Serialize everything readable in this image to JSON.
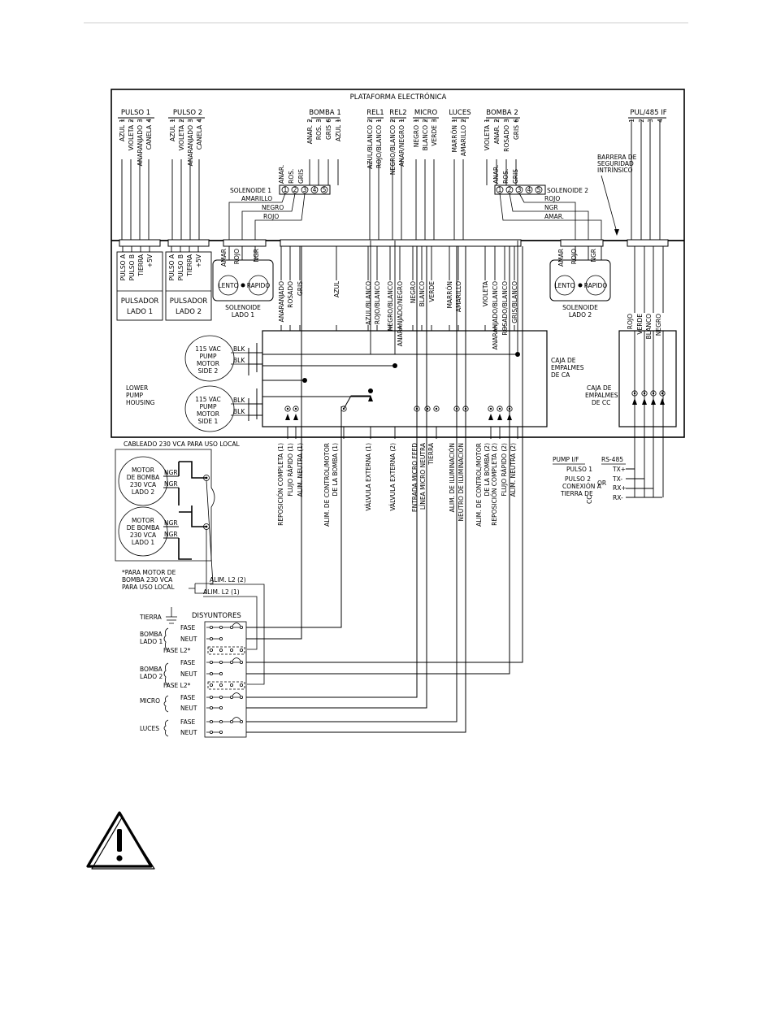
{
  "platform_title": "PLATAFORMA ELECTRÓNICA",
  "headers": {
    "pulso1": "PULSO 1",
    "pulso2": "PULSO 2",
    "bomba1": "BOMBA 1",
    "rel1": "REL1",
    "rel2": "REL2",
    "micro": "MICRO",
    "luces": "LUCES",
    "bomba2": "BOMBA 2",
    "pul485": "PUL/485 IF"
  },
  "pulso1_wires": [
    "AZUL",
    "VIOLETA",
    "ANARANJADO",
    "CANELA"
  ],
  "pulso1_pins": [
    "1",
    "2",
    "3",
    "4"
  ],
  "pulso2_wires": [
    "AZUL",
    "VIOLETA",
    "ANARANJADO",
    "CANELA"
  ],
  "pulso2_pins": [
    "1",
    "2",
    "3",
    "4"
  ],
  "bomba1_wires": [
    "ANAR.",
    "ROS.",
    "GRIS",
    "AZUL"
  ],
  "bomba1_pins": [
    "2",
    "3",
    "6",
    "1"
  ],
  "rel1_wires": [
    "AZUL/BLANCO",
    "ROJO/BLANCO"
  ],
  "rel1_pins": [
    "2",
    "1"
  ],
  "rel2_wires": [
    "NEGRO/BLANCO",
    "ANAR/NEGRO"
  ],
  "rel2_pins": [
    "2",
    "1"
  ],
  "micro_wires": [
    "NEGRO",
    "BLANCO",
    "VERDE"
  ],
  "micro_pins": [
    "1",
    "2",
    "3"
  ],
  "luces_wires": [
    "MARRÓN",
    "AMARILLO"
  ],
  "luces_pins": [
    "1",
    "2"
  ],
  "bomba2_wires": [
    "VIOLETA",
    "ANAR.",
    "ROSADO",
    "GRIS"
  ],
  "bomba2_pins": [
    "1",
    "2",
    "3",
    "6"
  ],
  "pul485_pins": [
    "1",
    "2",
    "3",
    "4"
  ],
  "barrier_label": [
    "BARRERA DE",
    "SEGURIDAD",
    "INTRÍNSICO"
  ],
  "sol1": {
    "title": "SOLENOIDE 1",
    "nums": [
      "1",
      "2",
      "3",
      "4",
      "5"
    ],
    "top_labels": [
      "ANAR.",
      "ROS.",
      "GRIS"
    ],
    "wires": [
      "AMARILLO",
      "NEGRO",
      "ROJO"
    ]
  },
  "sol2": {
    "title": "SOLENOIDE 2",
    "nums": [
      "1",
      "2",
      "3",
      "4",
      "5"
    ],
    "top_labels": [
      "ANAR.",
      "ROS.",
      "GRIS"
    ],
    "wires": [
      "ROJO",
      "NGR",
      "AMAR."
    ]
  },
  "pulsador1": {
    "pins": [
      "PULSO A",
      "PULSO B",
      "TIERRA",
      "+5V"
    ],
    "title": [
      "PULSADOR",
      "LADO 1"
    ]
  },
  "pulsador2": {
    "pins": [
      "PULSO A",
      "PULSO B",
      "TIERRA",
      "+5V"
    ],
    "title": [
      "PULSADOR",
      "LADO 2"
    ]
  },
  "solenoid_lado1": {
    "pins": [
      "AMAR",
      "ROJO",
      "NGR"
    ],
    "lento": "LENTO",
    "rapido": "RAPIDO",
    "title": [
      "SOLENOIDE",
      "LADO 1"
    ]
  },
  "solenoid_lado2": {
    "pins": [
      "AMAR",
      "ROJO",
      "NGR"
    ],
    "lento": "LENTO",
    "rapido": "RAPIDO",
    "title": [
      "SOLENOIDE",
      "LADO 2"
    ]
  },
  "lower_wires": [
    "ANARANJADO",
    "ROSADO",
    "GRIS",
    "AZUL",
    "AZUL/BLANCO",
    "ROJO/BLANCO",
    "NEGRO/BLANCO",
    "ANARANJADO/NEGRO",
    "NEGRO",
    "BLANCO",
    "VERDE",
    "MARRÓN",
    "AMARILLO",
    "VIOLETA",
    "ANARANJADO/BLANCO",
    "ROSADO/BLANCO",
    "GRIS/BLANCO"
  ],
  "motor2": [
    "115 VAC",
    "PUMP",
    "MOTOR",
    "SIDE 2"
  ],
  "motor1": [
    "115 VAC",
    "PUMP",
    "MOTOR",
    "SIDE 1"
  ],
  "blk": "BLK",
  "lower_housing": [
    "LOWER",
    "PUMP",
    "HOUSING"
  ],
  "caja_ca": [
    "CAJA DE",
    "EMPALMES",
    "DE CA"
  ],
  "caja_cc": [
    "CAJA DE",
    "EMPALMES",
    "DE CC"
  ],
  "dc_wires": [
    "ROJO",
    "VERDE",
    "BLANCO",
    "NEGRO"
  ],
  "bottom_labels": [
    "REPOSICIÓN COMPLETA (1)",
    "FLUJO RÁPIDO (1)",
    "ALIM. NEUTRA (1)",
    "ALIM. DE CONTROL/MOTOR",
    "DE LA BOMBA (1)",
    "VÁLVULA EXTERNA (1)",
    "VÁLVULA EXTERNA (2)",
    "ENTRADA MICRO FEED",
    "LÍNEA MICRO NEUTRA",
    "TIERRA",
    "ALIM. DE ILUMINACIÓN",
    "NEUTRO DE ILUMINACIÓN",
    "ALIM. DE CONTROL/MOTOR",
    "DE LA BOMBA (2)",
    "REPOSICIÓN COMPLETA (2)",
    "FLUJO RÁPIDO (2)",
    "ALIM. NEUTRA (2)"
  ],
  "cableado_title": "CABLEADO 230 VCA PARA USO LOCAL",
  "motor230_2": [
    "MOTOR",
    "DE BOMBA",
    "230 VCA",
    "LADO 2"
  ],
  "motor230_1": [
    "MOTOR",
    "DE BOMBA",
    "230 VCA",
    "LADO 1"
  ],
  "ngr": "NGR",
  "note_230": [
    "*PARA MOTOR DE",
    "BOMBA 230 VCA",
    "PARA USO LOCAL"
  ],
  "alim_l2_2": "ALIM. L2 (2)",
  "alim_l2_1": "ALIM. L2 (1)",
  "tierra": "TIERRA",
  "disyuntores": "DISYUNTORES",
  "breakers": {
    "bomba1": [
      "BOMBA",
      "LADO 1"
    ],
    "bomba2": [
      "BOMBA",
      "LADO 2"
    ],
    "micro": "MICRO",
    "luces": "LUCES",
    "fase": "FASE",
    "neut": "NEUT",
    "fase_l2": "FASE L2*"
  },
  "pump_if": {
    "col1": "PUMP I/F",
    "col2": "RS-485",
    "pulso1": "PULSO 1",
    "pulso2": "PULSO 2",
    "conexion": [
      "CONEXIÓN A",
      "TIERRA DE"
    ],
    "cc": "CC",
    "or": "OR",
    "rs": [
      "TX+",
      "TX-",
      "RX+",
      "RX-"
    ]
  }
}
